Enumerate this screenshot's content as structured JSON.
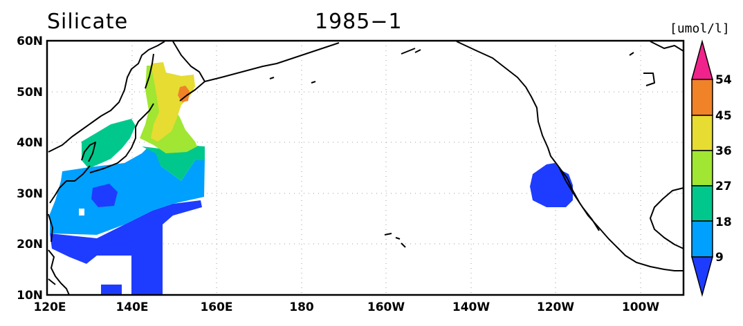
{
  "header": {
    "variable_title": "Silicate",
    "period_title": "1985−1"
  },
  "map": {
    "lon_labels": [
      "120E",
      "140E",
      "160E",
      "180",
      "160W",
      "140W",
      "120W",
      "100W"
    ],
    "lat_labels": [
      "10N",
      "20N",
      "30N",
      "40N",
      "50N",
      "60N"
    ],
    "lon_range": [
      120,
      270
    ],
    "lat_range": [
      10,
      60
    ],
    "gridlines": "dotted"
  },
  "colorbar": {
    "unit": "[umol/l]",
    "levels": [
      "9",
      "18",
      "27",
      "36",
      "45",
      "54"
    ],
    "colors": [
      "#1e3cff",
      "#00a0ff",
      "#00c88c",
      "#a0e632",
      "#e6dc32",
      "#f08228",
      "#f0238c"
    ]
  }
}
